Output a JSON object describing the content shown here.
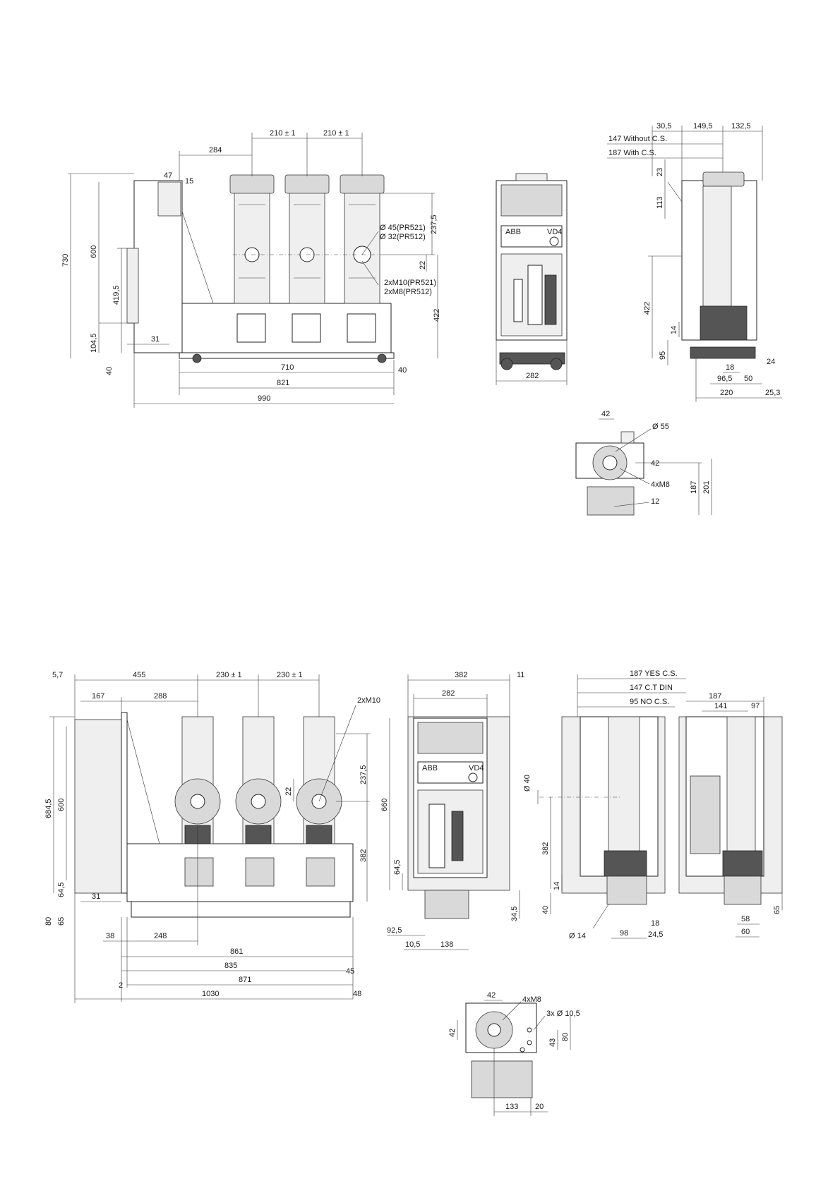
{
  "colors": {
    "line": "#222222",
    "panel": "#d9d9d9",
    "dark": "#555555",
    "background": "#ffffff"
  },
  "top_side": {
    "d_210a": "210 ± 1",
    "d_210b": "210 ± 1",
    "d_284": "284",
    "d_47": "47",
    "d_15": "15",
    "d_730": "730",
    "d_600": "600",
    "d_4195": "419,5",
    "d_1045": "104,5",
    "d_40v": "40",
    "d_31": "31",
    "d_2375": "237,5",
    "d_22": "22",
    "d_422": "422",
    "note_d45": "Ø 45(PR521)",
    "note_d32": "Ø 32(PR512)",
    "note_m10": "2xM10(PR521)",
    "note_m8": "2xM8(PR512)",
    "d_710": "710",
    "d_40h": "40",
    "d_821": "821",
    "d_990": "990"
  },
  "top_front": {
    "logo": "ABB",
    "model": "VD4",
    "d_282": "282"
  },
  "top_right": {
    "d_305": "30,5",
    "d_1495": "149,5",
    "d_1325": "132,5",
    "d_147": "147 Without C.S.",
    "d_187": "187 With C.S.",
    "d_23": "23",
    "d_113": "113",
    "d_422": "422",
    "d_14": "14",
    "d_95": "95",
    "d_18": "18",
    "d_965": "96,5",
    "d_50": "50",
    "d_24": "24",
    "d_220": "220",
    "d_253": "25,3"
  },
  "top_detail": {
    "d_42a": "42",
    "d_55": "Ø 55",
    "d_42b": "42",
    "d_m8": "4xM8",
    "d_12": "12",
    "d_187": "187",
    "d_201": "201"
  },
  "bot_side": {
    "d_57": "5,7",
    "d_455": "455",
    "d_230a": "230 ± 1",
    "d_230b": "230 ± 1",
    "d_167": "167",
    "d_288": "288",
    "d_m10": "2xM10",
    "d_6845": "684,5",
    "d_600": "600",
    "d_645": "64,5",
    "d_80": "80",
    "d_65": "65",
    "d_31": "31",
    "d_22": "22",
    "d_2375": "237,5",
    "d_382": "382",
    "d_38": "38",
    "d_248": "248",
    "d_861": "861",
    "d_835": "835",
    "d_45": "45",
    "d_2": "2",
    "d_871": "871",
    "d_1030": "1030",
    "d_48": "48"
  },
  "bot_front": {
    "logo": "ABB",
    "model": "VD4",
    "d_382": "382",
    "d_11": "11",
    "d_282": "282",
    "d_660": "660",
    "d_645": "64,5",
    "d_925": "92,5",
    "d_105": "10,5",
    "d_138": "138",
    "d_345": "34,5"
  },
  "bot_right": {
    "d_187yes": "187 YES C.S.",
    "d_147ct": "147 C.T DIN",
    "d_95no": "95 NO C.S.",
    "d_d40": "Ø 40",
    "d_382": "382",
    "d_14": "14",
    "d_40": "40",
    "d_d14": "Ø 14",
    "d_98": "98",
    "d_18": "18",
    "d_245": "24,5",
    "d_187": "187",
    "d_141": "141",
    "d_97": "97",
    "d_65": "65",
    "d_58": "58",
    "d_60": "60"
  },
  "bot_detail": {
    "d_42a": "42",
    "d_m8": "4xM8",
    "d_105": "3x Ø 10,5",
    "d_42b": "42",
    "d_43": "43",
    "d_80": "80",
    "d_133": "133",
    "d_20": "20"
  }
}
